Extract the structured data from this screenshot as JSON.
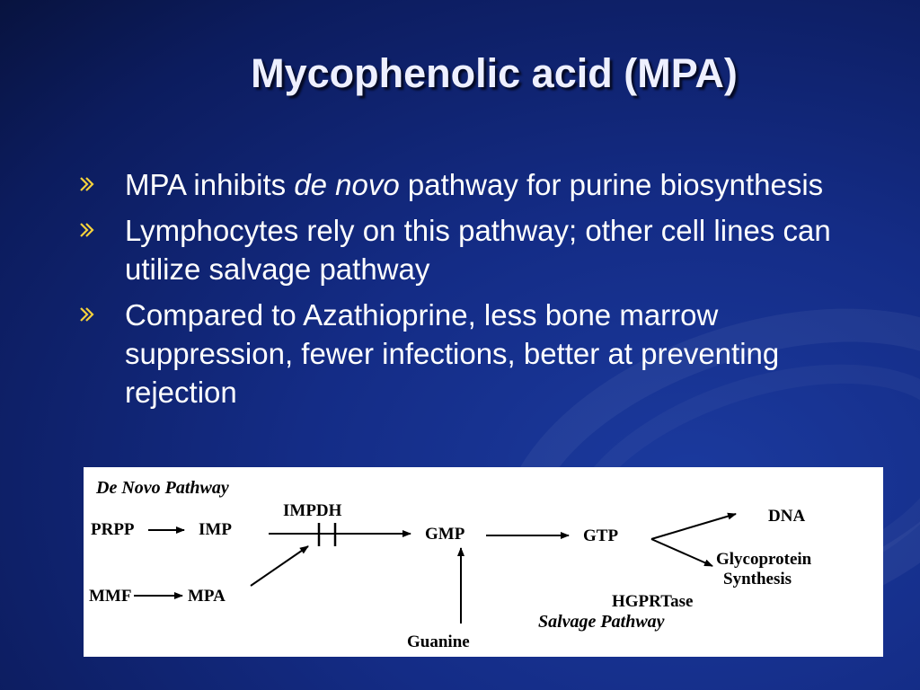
{
  "slide": {
    "title": "Mycophenolic acid (MPA)",
    "bullets": [
      {
        "before": "MPA inhibits ",
        "emphasis": "de novo",
        "after": " pathway for purine biosynthesis"
      },
      {
        "text": "Lymphocytes rely on this pathway; other cell lines can utilize salvage pathway"
      },
      {
        "text": "Compared to Azathioprine, less bone marrow suppression, fewer infections, better at preventing rejection"
      }
    ]
  },
  "diagram": {
    "de_novo_label": "De Novo Pathway",
    "prpp": "PRPP",
    "imp": "IMP",
    "impdh": "IMPDH",
    "gmp": "GMP",
    "gtp": "GTP",
    "dna": "DNA",
    "glycoprotein": "Glycoprotein",
    "synthesis": "Synthesis",
    "mmf": "MMF",
    "mpa": "MPA",
    "hgprtase": "HGPRTase",
    "salvage_label": "Salvage Pathway",
    "guanine": "Guanine"
  },
  "colors": {
    "background": "#142c86",
    "text": "#ffffff",
    "bullet_arrow": "#f5d23c",
    "diagram_bg": "#ffffff"
  },
  "icons": {
    "bullet": "arrow-bullet-icon"
  }
}
